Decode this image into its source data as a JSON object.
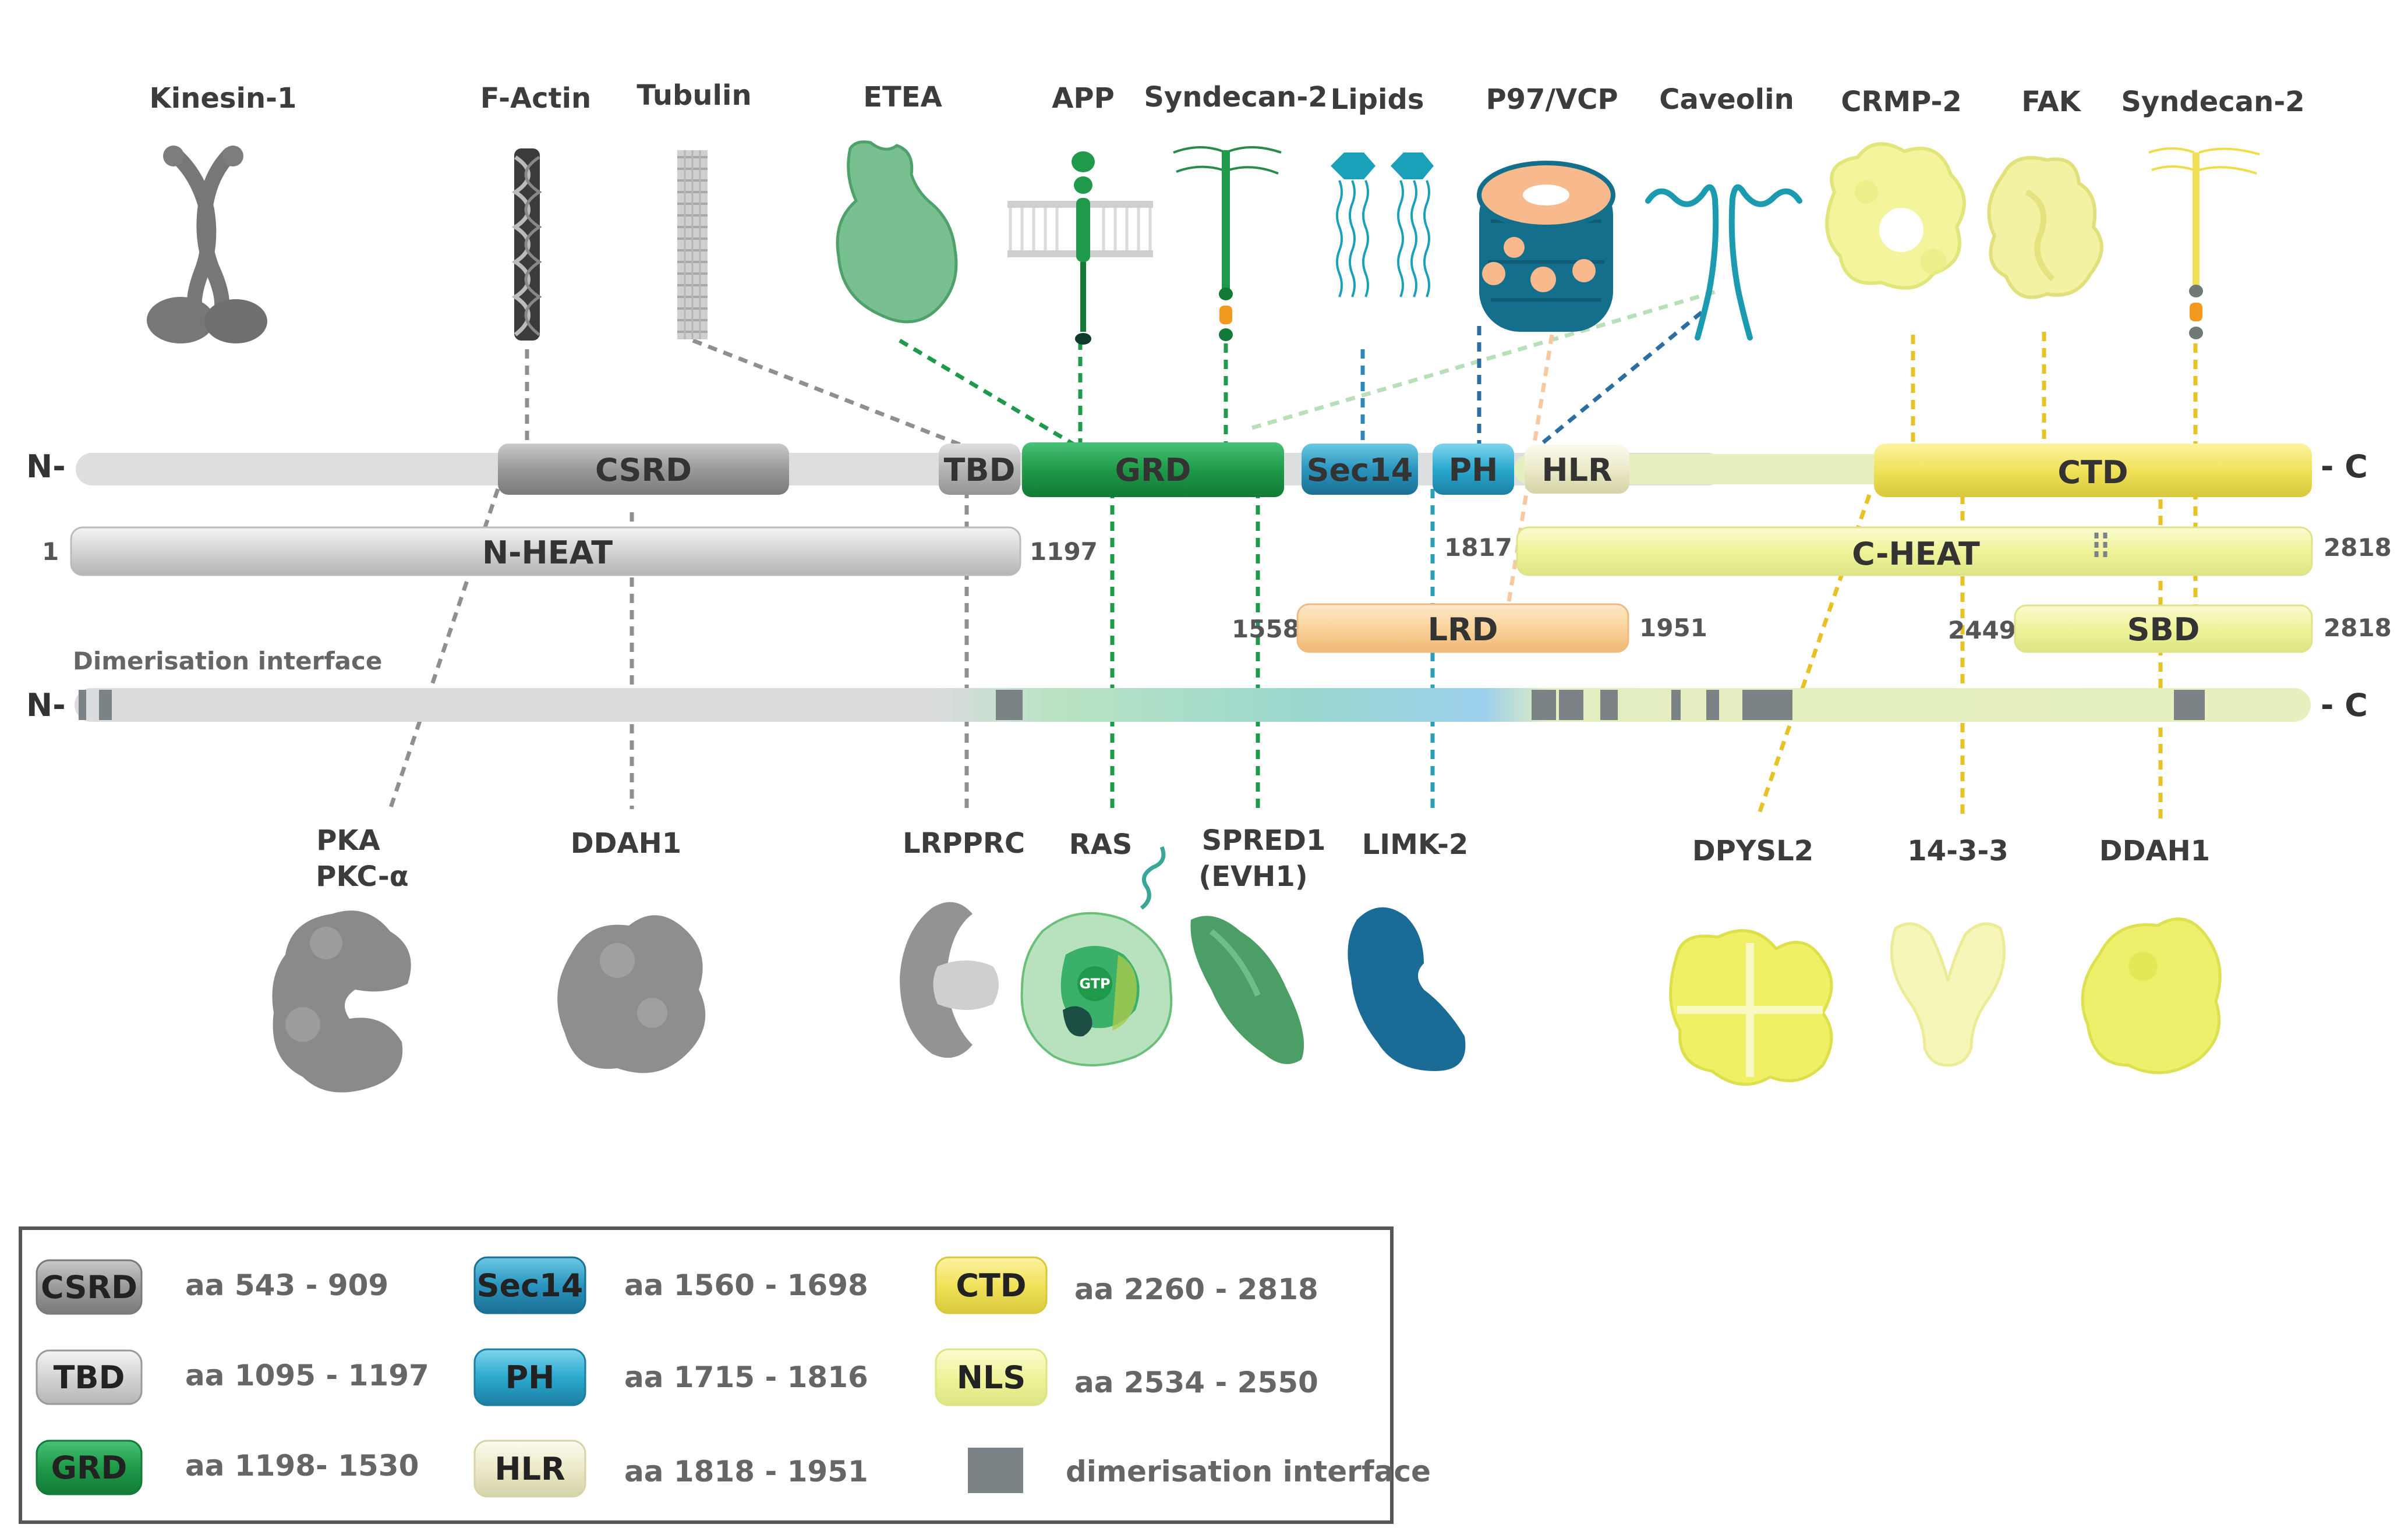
{
  "terminals": {
    "n": "N-",
    "c": "- C"
  },
  "top_labels": {
    "kinesin": "Kinesin-1",
    "factin": "F-Actin",
    "tubulin": "Tubulin",
    "etea": "ETEA",
    "app": "APP",
    "syndecan_a": "Syndecan-2",
    "lipids": "Lipids",
    "p97": "P97/VCP",
    "caveolin": "Caveolin",
    "crmp2": "CRMP-2",
    "fak": "FAK",
    "syndecan_b": "Syndecan-2"
  },
  "bottom_labels": {
    "pka": "PKA",
    "pkc": "PKC-α",
    "ddah1_a": "DDAH1",
    "lrpprc": "LRPPRC",
    "ras": "RAS",
    "gtp": "GTP",
    "spred1": "SPRED1",
    "evh1": "(EVH1)",
    "limk2": "LIMK-2",
    "dpysl2": "DPYSL2",
    "p1433": "14-3-3",
    "ddah1_b": "DDAH1"
  },
  "domains": {
    "csrd": "CSRD",
    "tbd": "TBD",
    "grd": "GRD",
    "sec14": "Sec14",
    "ph": "PH",
    "hlr": "HLR",
    "ctd": "CTD",
    "nheat": "N-HEAT",
    "cheat": "C-HEAT",
    "lrd": "LRD",
    "sbd": "SBD"
  },
  "numbers": {
    "n1": "1",
    "n1197": "1197",
    "n1817": "1817",
    "n2818a": "2818",
    "n1558": "1558",
    "n1951": "1951",
    "n2449": "2449",
    "n2818b": "2818"
  },
  "dimer_label": "Dimerisation interface",
  "legend": [
    {
      "label": "CSRD",
      "range": "aa 543 - 909",
      "color": "#8c8c8c"
    },
    {
      "label": "TBD",
      "range": "aa 1095 - 1197",
      "color": "#bdbdbd"
    },
    {
      "label": "GRD",
      "range": "aa 1198- 1530",
      "color": "#1f9a4a"
    },
    {
      "label": "Sec14",
      "range": "aa 1560 - 1698",
      "color": "#2a8fb6"
    },
    {
      "label": "PH",
      "range": "aa 1715 - 1816",
      "color": "#2aa6c9"
    },
    {
      "label": "HLR",
      "range": "aa 1818 - 1951",
      "color": "#eeeac8"
    },
    {
      "label": "CTD",
      "range": "aa 2260 - 2818",
      "color": "#f2e35a"
    },
    {
      "label": "NLS",
      "range": "aa 2534 - 2550",
      "color": "#f2f290"
    },
    {
      "label": "",
      "range": "dimerisation interface",
      "color": "#7b8386"
    }
  ]
}
